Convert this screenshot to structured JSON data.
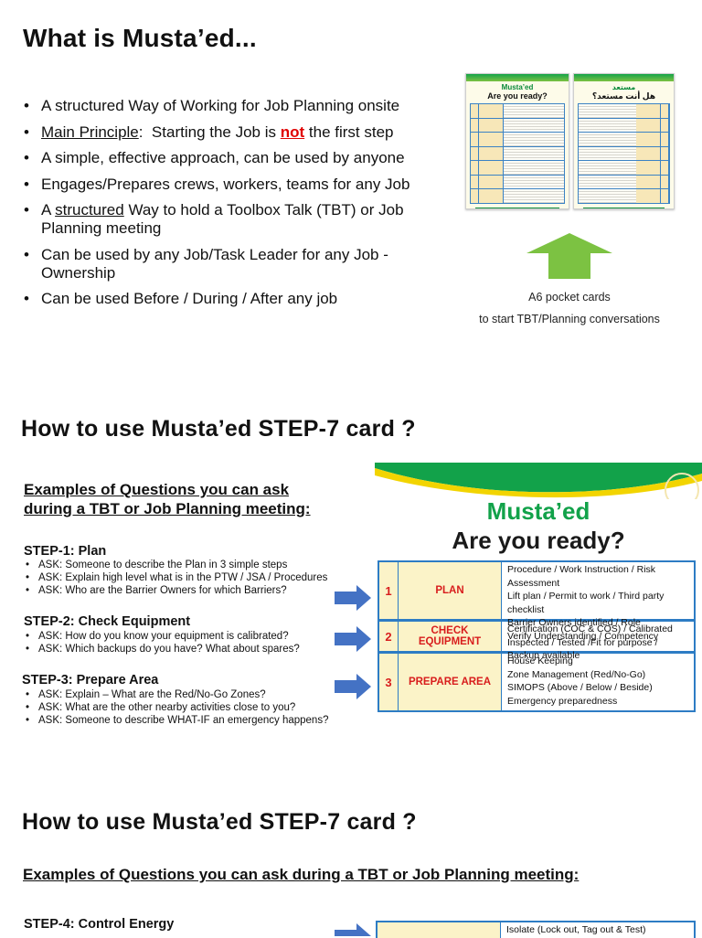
{
  "section1": {
    "title": "What is Musta’ed...",
    "bullets": {
      "b1": "A structured Way of Working for Job Planning onsite",
      "b2_prefix": "Main Principle",
      "b2_mid": ":  Starting the Job is ",
      "b2_not": "not",
      "b2_suffix": " the first step",
      "b3": "A simple, effective approach, can be used by anyone",
      "b4": "Engages/Prepares crews, workers, teams for any Job",
      "b5_prefix": "A ",
      "b5_u": "structured",
      "b5_suffix": " Way to hold a Toolbox Talk (TBT) or Job Planning meeting",
      "b6": "Can be used by any Job/Task Leader for any Job - Ownership",
      "b7": "Can be used Before / During / After any job"
    },
    "pocket_cards": {
      "left_title": "Musta’ed",
      "left_subtitle": "Are you ready?",
      "right_title": "مستعد",
      "right_subtitle": "هل أنت مستعد؟"
    },
    "caption_line1": "A6 pocket cards",
    "caption_line2": "to start TBT/Planning conversations"
  },
  "section2": {
    "title": "How to use Musta’ed STEP-7 card ?",
    "subheading_line1": "Examples of Questions you can ask",
    "subheading_line2": "during a TBT or Job Planning meeting:",
    "steps": [
      {
        "label": "STEP-1:  Plan",
        "asks": [
          "ASK: Someone to describe the Plan in 3 simple steps",
          "ASK: Explain high level what is in the PTW / JSA / Procedures",
          "ASK: Who are the Barrier Owners for which Barriers?"
        ]
      },
      {
        "label": "STEP-2:  Check Equipment",
        "asks": [
          "ASK: How do you know your equipment is calibrated?",
          "ASK: Which backups do you have? What about spares?"
        ]
      },
      {
        "label": "STEP-3:  Prepare Area",
        "asks": [
          "ASK: Explain – What are the Red/No-Go Zones?",
          "ASK: What are the other nearby activities close to you?",
          "ASK: Someone to describe WHAT-IF an emergency happens?"
        ]
      }
    ],
    "card": {
      "title": "Musta’ed",
      "subtitle": "Are you ready?",
      "rows": [
        {
          "num": "1",
          "label": "PLAN",
          "lines": [
            "Procedure / Work Instruction / Risk Assessment",
            "Lift plan / Permit to work / Third party checklist",
            "Barrier Owners identified / Role",
            "Verify Understanding / Competency"
          ]
        },
        {
          "num": "2",
          "label": "CHECK EQUIPMENT",
          "lines": [
            "Certification (COC & COS) / Calibrated",
            "Inspected / Tested /Fit for purpose / Backup available"
          ]
        },
        {
          "num": "3",
          "label": "PREPARE AREA",
          "lines": [
            "House Keeping",
            "Zone Management (Red/No-Go)",
            "SIMOPS (Above / Below / Beside)",
            "Emergency preparedness"
          ]
        }
      ]
    }
  },
  "section3": {
    "title": "How to use Musta’ed STEP-7 card ?",
    "subheading": "Examples of Questions you can ask during a TBT or Job Planning meeting:",
    "step_label": "STEP-4:  Control Energy",
    "card_first_line": "Isolate (Lock out, Tag out & Test)"
  },
  "colors": {
    "accent_green": "#12a24a",
    "arrow_green": "#7cc242",
    "arrow_blue": "#4472c4",
    "card_blue": "#2d7cc4",
    "card_red": "#d81d1d",
    "card_cream": "#fbf3c8",
    "emphasis_red": "#e00000"
  },
  "icons": {
    "up_arrow": "green-up-arrow-icon",
    "right_arrow": "blue-right-arrow-icon"
  }
}
